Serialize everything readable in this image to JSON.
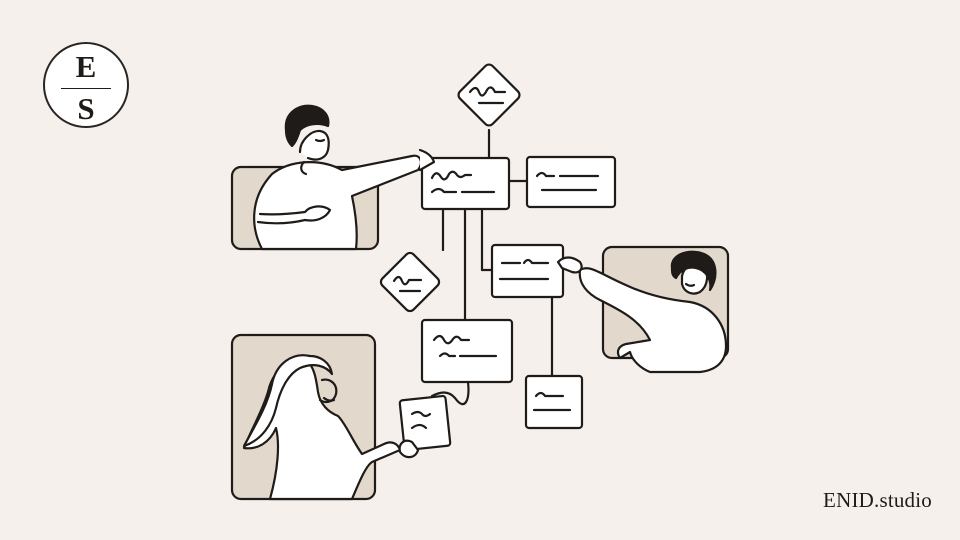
{
  "logo": {
    "top_letter": "E",
    "bottom_letter": "S"
  },
  "brand": {
    "name": "ENID.studio"
  },
  "colors": {
    "background": "#f5f0eb",
    "ink": "#1f1b18",
    "panel": "#e2d8cc",
    "card": "#ffffff"
  },
  "icons": [
    "flowchart-illustration",
    "person-icon"
  ]
}
